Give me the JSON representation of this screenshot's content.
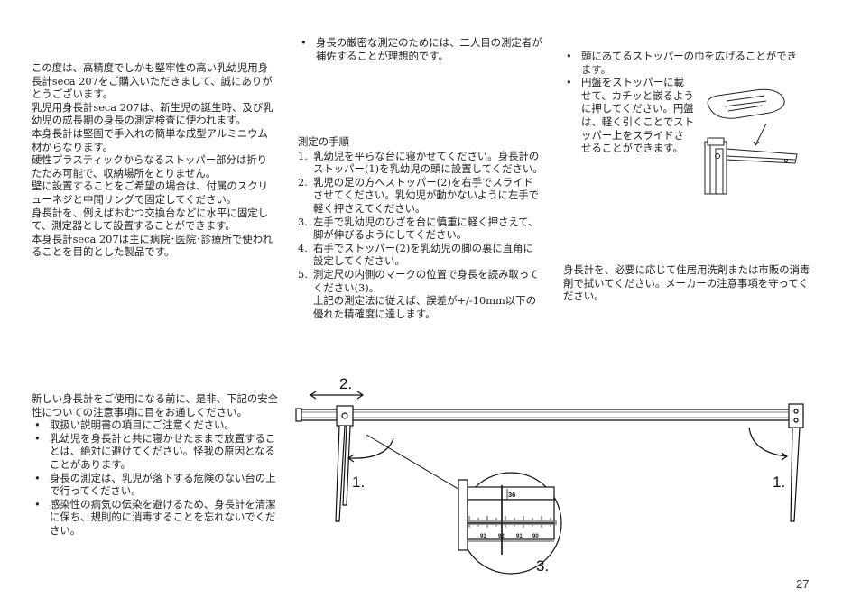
{
  "intro_paragraphs": [
    "この度は、高精度でしかも堅牢性の高い乳幼児用身長計seca 207をご購入いただきまして、誠にありがとうございます。",
    "乳児用身長計seca 207は、新生児の誕生時、及び乳幼児の成長期の身長の測定検査に使われます。",
    "本身長計は堅固で手入れの簡単な成型アルミニウム材からなります。",
    "硬性プラスティックからなるストッパー部分は折りたたみ可能で、収納場所をとりません。",
    "壁に設置することをご希望の場合は、付属のスクリューネジと中間リングで固定してください。",
    "身長計を、例えばおむつ交換台などに水平に固定して、測定器として設置することができます。",
    "本身長計seca 207は主に病院･医院･診療所で使われることを目的とした製品です。"
  ],
  "safety": {
    "intro": "新しい身長計をご使用になる前に、是非、下記の安全性についての注意事項に目をお通しください。",
    "items": [
      "取扱い説明書の項目にご注意ください。",
      "乳幼児を身長計と共に寝かせたままで放置することは、絶対に避けてください。怪我の原因となることがあります。",
      "身長の測定は、乳児が落下する危険のない台の上で行ってください。",
      "感染性の病気の伝染を避けるため、身長計を清潔に保ち、規則的に消毒することを忘れないでください。"
    ]
  },
  "middle_bullet": "身長の厳密な測定のためには、二人目の測定者が補佐することが理想的です。",
  "procedure": {
    "title": "測定の手順",
    "steps": [
      {
        "num": "1.",
        "text": "乳幼児を平らな台に寝かせてください。身長計のストッパー(1)を乳幼児の頭に設置してください。"
      },
      {
        "num": "2.",
        "text": "乳児の足の方へストッパー(2)を右手でスライドさせてください。乳幼児が動かないように左手で軽く押さえてください。"
      },
      {
        "num": "3.",
        "text": "左手で乳幼児のひざを台に慎重に軽く押さえて、脚が伸びるようにしてください。"
      },
      {
        "num": "4.",
        "text": "右手でストッパー(2)を乳幼児の脚の裏に直角に設定してください。"
      },
      {
        "num": "5.",
        "text": "測定尺の内側のマークの位置で身長を読み取ってください(3)。",
        "extra": "上記の測定法に従えば、誤差が+/-10mm以下の優れた精確度に達します。"
      }
    ]
  },
  "right_bullets": [
    "頭にあてるストッパーの巾を広げることができます。",
    "円盤をストッパーに載せて、カチッと嵌るように押してください。円盤は、軽く引くことでストッパー上をスライドさせることができます。"
  ],
  "cleaning_note": "身長計を、必要に応じて住居用洗剤または市販の消毒剤で拭いてください。メーカーの注意事項を守ってください。",
  "diagram": {
    "label_slide": "2.",
    "label_left_stopper": "1.",
    "label_right_stopper": "1.",
    "label_reading": "3.",
    "scale_top": "36",
    "scale_numbers": [
      "93",
      "92",
      "91",
      "90"
    ]
  },
  "page_number": "27"
}
